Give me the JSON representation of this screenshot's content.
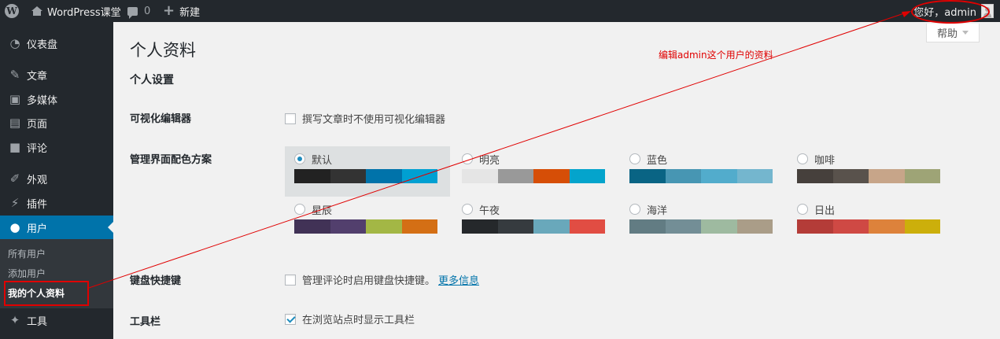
{
  "adminbar": {
    "wp_logo": "W",
    "site_name": "WordPress课堂",
    "comment_count": "0",
    "new_label": "新建",
    "greeting": "您好，admin"
  },
  "sidebar": {
    "items": [
      {
        "label": "仪表盘",
        "icon": "dashboard-icon"
      },
      {
        "label": "文章",
        "icon": "pin-icon"
      },
      {
        "label": "多媒体",
        "icon": "media-icon"
      },
      {
        "label": "页面",
        "icon": "page-icon"
      },
      {
        "label": "评论",
        "icon": "comment-icon"
      },
      {
        "label": "外观",
        "icon": "brush-icon"
      },
      {
        "label": "插件",
        "icon": "plugin-icon"
      },
      {
        "label": "用户",
        "icon": "user-icon"
      },
      {
        "label": "工具",
        "icon": "wrench-icon"
      }
    ],
    "submenu": [
      "所有用户",
      "添加用户",
      "我的个人资料"
    ]
  },
  "content": {
    "help_label": "帮助",
    "page_title": "个人资料",
    "section_title": "个人设置",
    "visual_editor": {
      "label": "可视化编辑器",
      "checkbox_label": "撰写文章时不使用可视化编辑器",
      "checked": false
    },
    "color_scheme": {
      "label": "管理界面配色方案",
      "selected": "默认",
      "schemes": [
        {
          "name": "默认",
          "colors": [
            "#222222",
            "#333333",
            "#0073aa",
            "#00a0d2"
          ]
        },
        {
          "name": "明亮",
          "colors": [
            "#e5e5e5",
            "#999999",
            "#d64e07",
            "#04a4cc"
          ]
        },
        {
          "name": "蓝色",
          "colors": [
            "#096484",
            "#4796b3",
            "#52accc",
            "#74b6ce"
          ]
        },
        {
          "name": "咖啡",
          "colors": [
            "#46403c",
            "#59524c",
            "#c7a589",
            "#9ea476"
          ]
        },
        {
          "name": "星辰",
          "colors": [
            "#413256",
            "#523f6d",
            "#a3b745",
            "#d46f15"
          ]
        },
        {
          "name": "午夜",
          "colors": [
            "#25282b",
            "#363b3f",
            "#69a8bb",
            "#e14d43"
          ]
        },
        {
          "name": "海洋",
          "colors": [
            "#627c83",
            "#738e96",
            "#9ebaa0",
            "#aa9d88"
          ]
        },
        {
          "name": "日出",
          "colors": [
            "#b43c38",
            "#cf4944",
            "#dd823b",
            "#ccaf0b"
          ]
        }
      ]
    },
    "keyboard_shortcuts": {
      "label": "键盘快捷键",
      "checkbox_label": "管理评论时启用键盘快捷键。",
      "link": "更多信息",
      "checked": false
    },
    "toolbar": {
      "label": "工具栏",
      "checkbox_label": "在浏览站点时显示工具栏",
      "checked": true
    }
  },
  "annotation": {
    "text": "编辑admin这个用户的资料",
    "color": "#e00000"
  }
}
